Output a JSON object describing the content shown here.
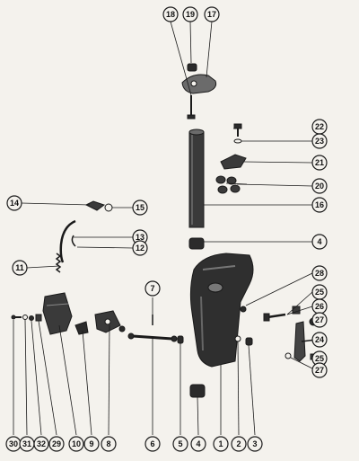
{
  "callouts": [
    "18",
    "19",
    "17",
    "22",
    "23",
    "21",
    "20",
    "16",
    "14",
    "15",
    "13",
    "12",
    "4",
    "11",
    "7",
    "28",
    "25",
    "26",
    "27",
    "24",
    "25",
    "27",
    "30",
    "31",
    "32",
    "29",
    "10",
    "9",
    "8",
    "6",
    "5",
    "4",
    "1",
    "2",
    "3"
  ],
  "colors": {
    "ink": "#1a1a1a",
    "part_dark": "#2b2b2b",
    "part_mid": "#555555",
    "paper": "#f4f2ed"
  }
}
